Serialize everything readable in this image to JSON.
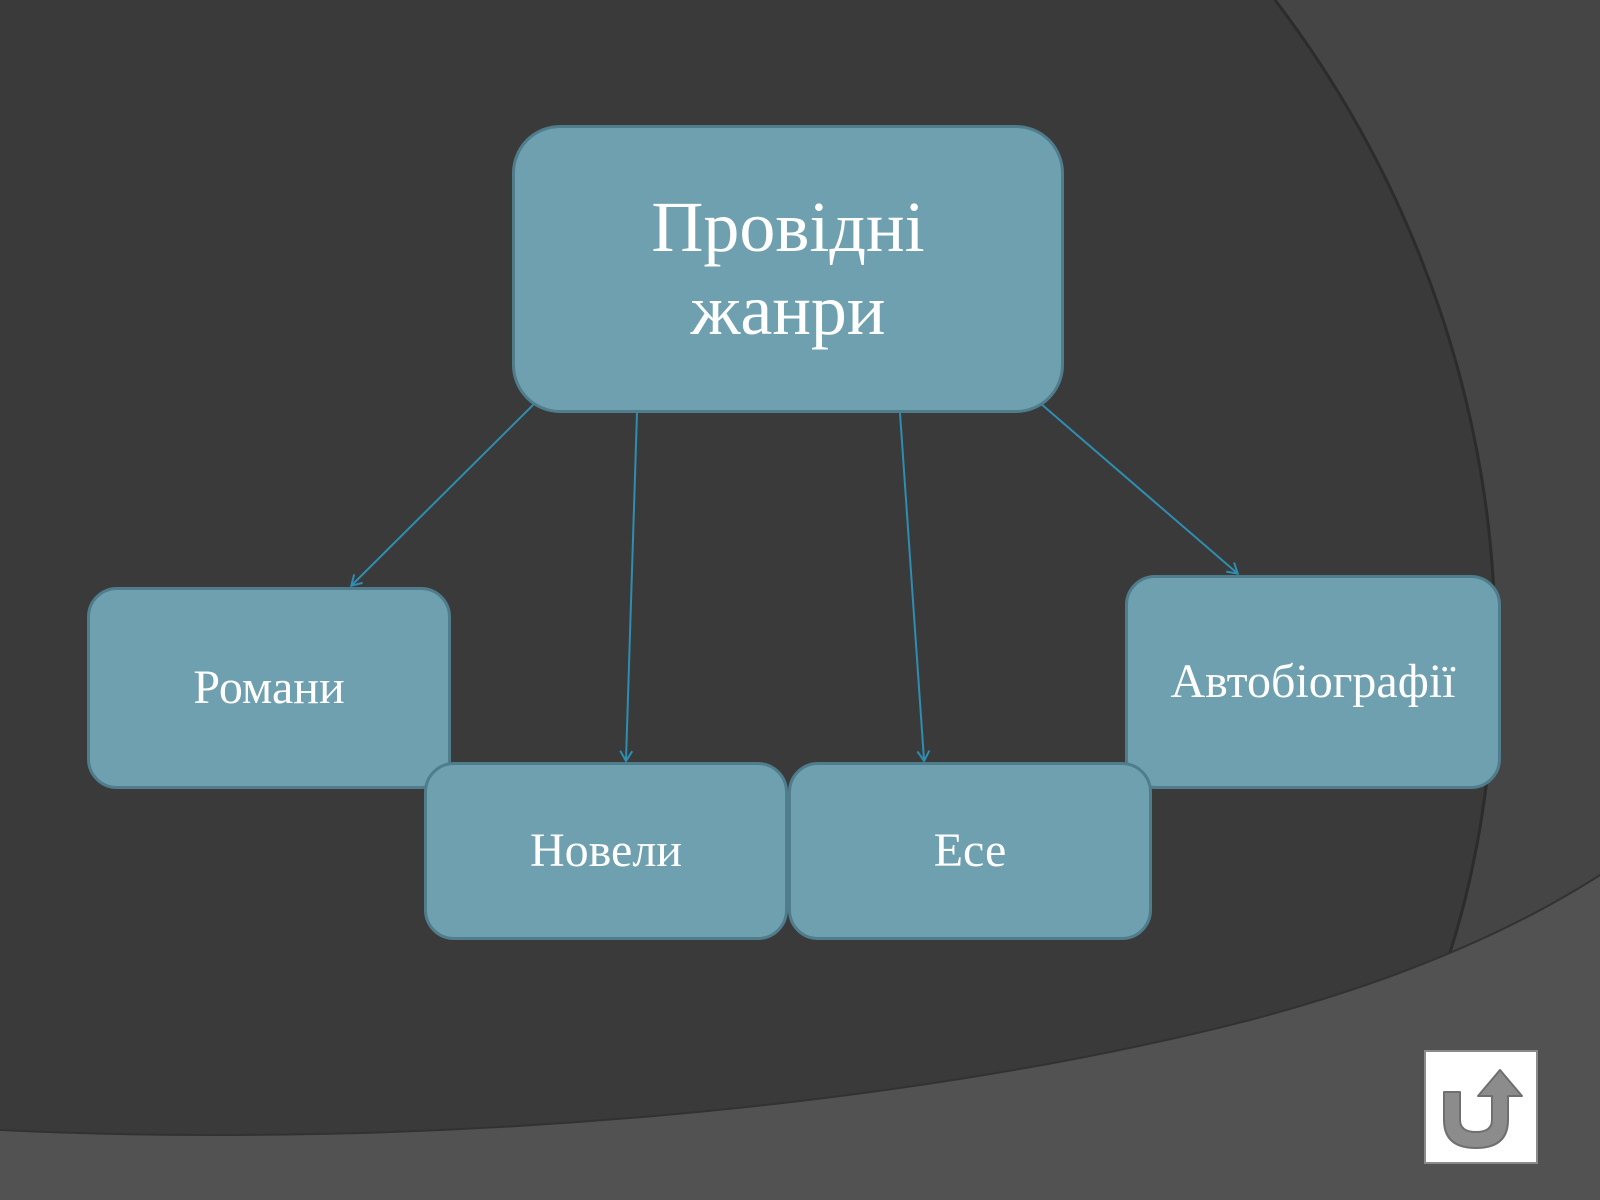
{
  "diagram": {
    "root": {
      "label_line1": "Провідні",
      "label_line2": "жанри"
    },
    "children": [
      {
        "id": "romany",
        "label": "Романи"
      },
      {
        "id": "novely",
        "label": "Новели"
      },
      {
        "id": "ese",
        "label": "Есе"
      },
      {
        "id": "avto",
        "label": "Автобіографії"
      }
    ],
    "colors": {
      "node_fill": "#6fa0b0",
      "node_border": "#4f7d8c",
      "arrow": "#2e8db0",
      "background": "#3a3a3b"
    }
  },
  "controls": {
    "back_button_icon": "u-turn-arrow-icon"
  }
}
